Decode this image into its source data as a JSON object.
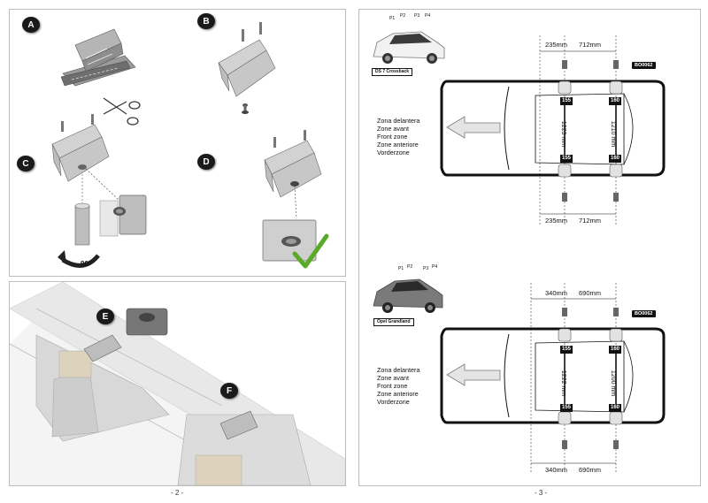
{
  "left_page": {
    "steps": [
      "A",
      "B",
      "C",
      "D",
      "E",
      "F"
    ],
    "rotation_label": "90°",
    "page_number": "- 2 -"
  },
  "right_page": {
    "page_number": "- 3 -",
    "zone_lines": [
      "Zona delantera",
      "Zone avant",
      "Front zone",
      "Zone anteriore",
      "Vorderzone"
    ],
    "vehicles": [
      {
        "name": "DS 7 Crossback",
        "code": "BO0062",
        "top_dims": [
          "235mm",
          "712mm"
        ],
        "bottom_dims": [
          "235mm",
          "712mm"
        ],
        "tags_front": [
          "155",
          "155"
        ],
        "tags_rear": [
          "160",
          "160"
        ],
        "width_front": "1223 mm",
        "width_rear": "1210 mm",
        "pins": [
          "P1",
          "P2",
          "P3",
          "P4"
        ]
      },
      {
        "name": "Opel Grandland",
        "code": "BO0062",
        "top_dims": [
          "340mm",
          "690mm"
        ],
        "bottom_dims": [
          "340mm",
          "690mm"
        ],
        "tags_front": [
          "155",
          "155"
        ],
        "tags_rear": [
          "160",
          "160"
        ],
        "width_front": "1222 mm",
        "width_rear": "1200 mm",
        "pins": [
          "P1",
          "P2",
          "P3",
          "P4"
        ]
      }
    ]
  },
  "colors": {
    "check": "#5aaa2a",
    "ink": "#1a1a1a",
    "metal": "#c9c9c9"
  }
}
